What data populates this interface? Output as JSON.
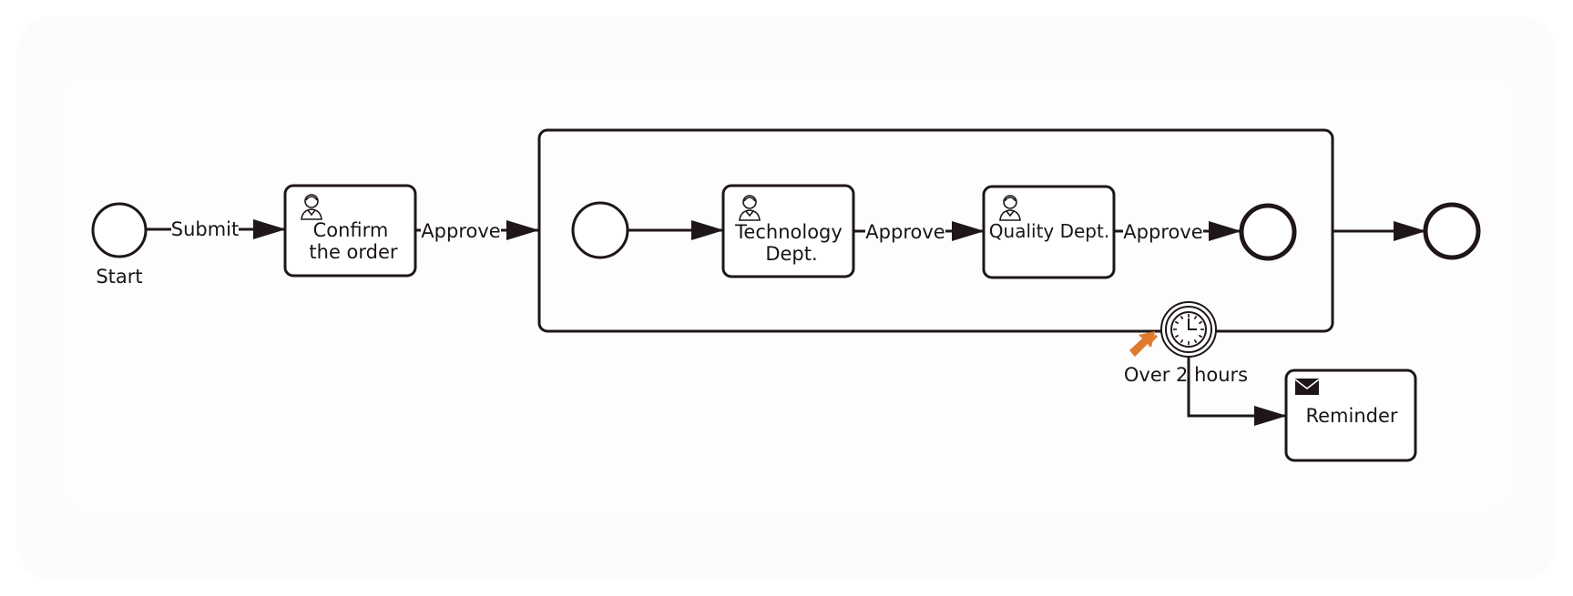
{
  "events": {
    "start": {
      "label": "Start"
    }
  },
  "tasks": {
    "confirm": {
      "line1": "Confirm",
      "line2": "the order",
      "icon": "user-task-icon"
    },
    "technology": {
      "line1": "Technology",
      "line2": "Dept.",
      "icon": "user-task-icon"
    },
    "quality": {
      "line1": "Quality Dept.",
      "icon": "user-task-icon"
    },
    "reminder": {
      "label": "Reminder",
      "icon": "envelope-icon"
    }
  },
  "flows": {
    "submit": "Submit",
    "approve1": "Approve",
    "approve2": "Approve",
    "approve3": "Approve"
  },
  "timer": {
    "label": "Over 2 hours",
    "icon": "clock-icon"
  },
  "colors": {
    "stroke": "#1f1717",
    "cursor": "#e07a2e"
  }
}
